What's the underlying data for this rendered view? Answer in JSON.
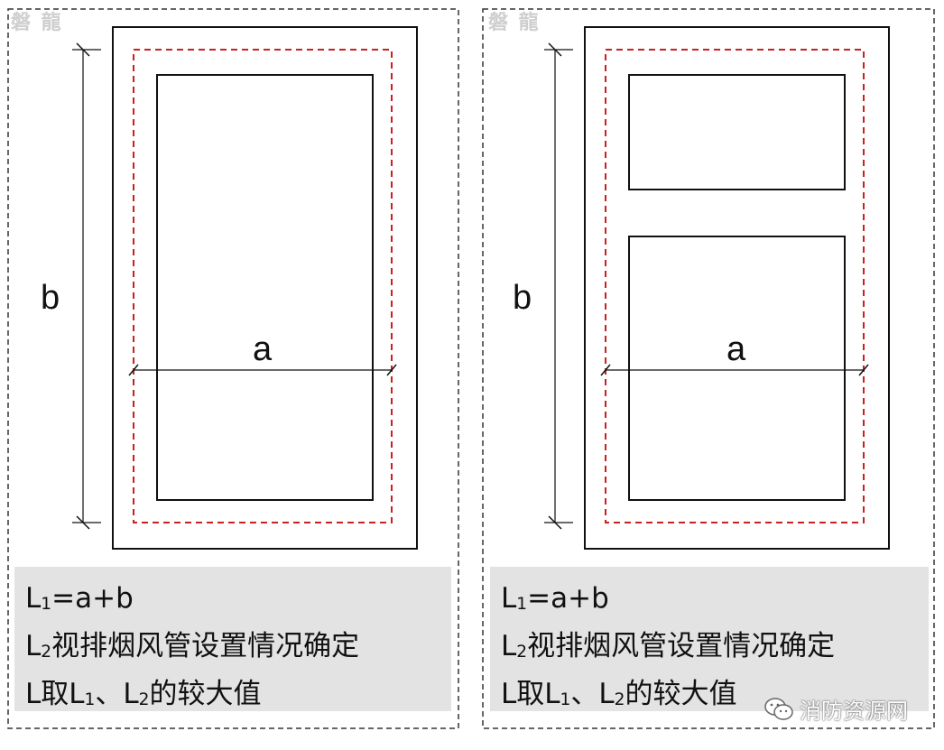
{
  "watermark": "磐 龍",
  "labels": {
    "a": "a",
    "b": "b"
  },
  "notes": {
    "line1": {
      "main": "L",
      "sub": "1",
      "rest": "=a+b"
    },
    "line2": {
      "main": "L",
      "sub": "2",
      "rest": "视排烟风管设置情况确定"
    },
    "line3": {
      "p1": "L取L",
      "sub1": "1",
      "p2": "、L",
      "sub2": "2",
      "p3": "的较大值"
    }
  },
  "wechat_label": "消防资源网",
  "colors": {
    "outline": "#111111",
    "dashed_zone": "#cc1f1f",
    "panel_border": "#333333",
    "note_bg": "#e3e3e3"
  }
}
